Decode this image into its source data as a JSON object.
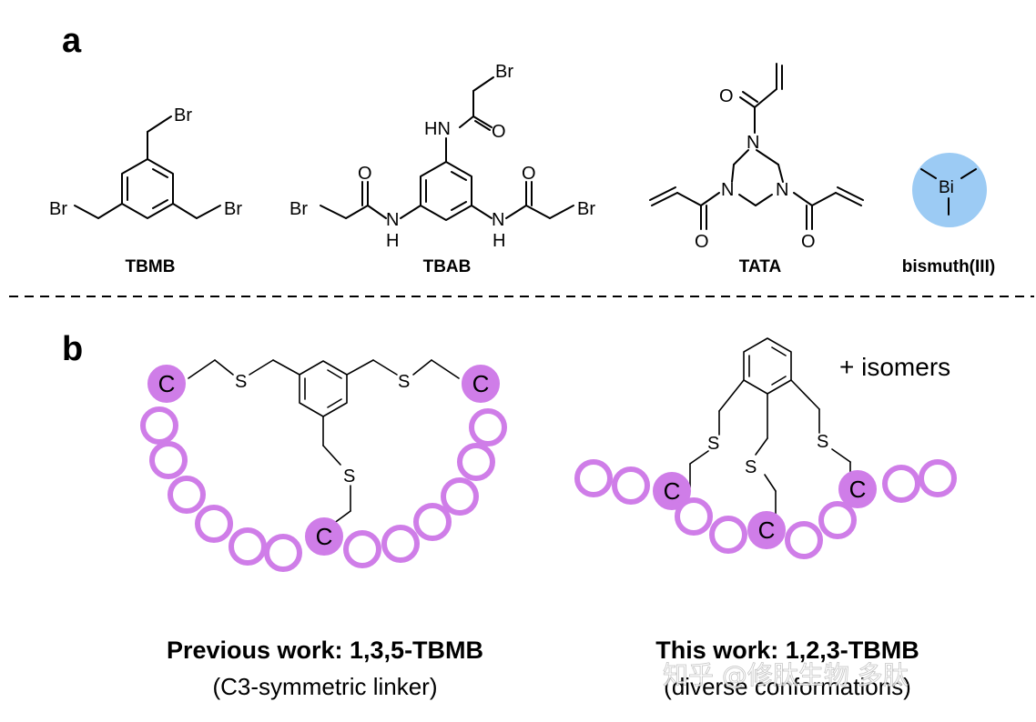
{
  "panel_a": {
    "letter": "a",
    "atoms": {
      "br": "Br",
      "o": "O",
      "n": "N",
      "hn": "HN",
      "h": "H",
      "bi": "Bi"
    },
    "compounds": [
      "TBMB",
      "TBAB",
      "TATA",
      "bismuth(III)"
    ],
    "colors": {
      "bismuth_circle": "#9ccbf4"
    }
  },
  "panel_b": {
    "letter": "b",
    "atoms": {
      "s": "S",
      "c": "C"
    },
    "isomers_note": "+ isomers",
    "left_caption_title": "Previous work: 1,3,5-TBMB",
    "left_caption_sub": "(C3-symmetric linker)",
    "right_caption_title": "This work: 1,2,3-TBMB",
    "right_caption_sub": "(diverse conformations)",
    "colors": {
      "peptide_residue": "#cf7de8",
      "cysteine_fill": "#cf7de8"
    }
  },
  "watermark": "知乎 @修肽生物 多肽"
}
